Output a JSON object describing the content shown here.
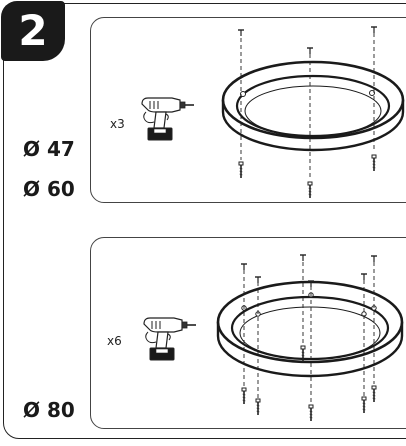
{
  "step": {
    "number": "2"
  },
  "diameters": {
    "d47": "Ø 47",
    "d60": "Ø 60",
    "d80": "Ø 80"
  },
  "panels": [
    {
      "quantity": "x3",
      "tool_icon": "drill-icon",
      "item_icon": "ring-light-icon"
    },
    {
      "quantity": "x6",
      "tool_icon": "drill-icon",
      "item_icon": "ring-light-icon"
    }
  ]
}
